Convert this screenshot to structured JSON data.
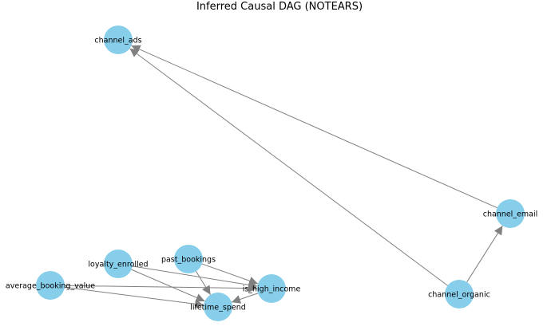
{
  "title": "Inferred Causal DAG (NOTEARS)",
  "colors": {
    "node_fill": "#87ceeb",
    "edge": "#808080",
    "label": "#000000",
    "background": "#ffffff"
  },
  "nodes": [
    {
      "id": "channel_ads",
      "label": "channel_ads"
    },
    {
      "id": "channel_email",
      "label": "channel_email"
    },
    {
      "id": "channel_organic",
      "label": "channel_organic"
    },
    {
      "id": "loyalty_enrolled",
      "label": "loyalty_enrolled"
    },
    {
      "id": "past_bookings",
      "label": "past_bookings"
    },
    {
      "id": "is_high_income",
      "label": "is_high_income"
    },
    {
      "id": "average_booking_value",
      "label": "average_booking_value"
    },
    {
      "id": "lifetime_spend",
      "label": "lifetime_spend"
    }
  ],
  "edges": [
    {
      "from": "channel_email",
      "to": "channel_ads"
    },
    {
      "from": "channel_organic",
      "to": "channel_ads"
    },
    {
      "from": "channel_organic",
      "to": "channel_email"
    },
    {
      "from": "loyalty_enrolled",
      "to": "is_high_income"
    },
    {
      "from": "loyalty_enrolled",
      "to": "lifetime_spend"
    },
    {
      "from": "past_bookings",
      "to": "is_high_income"
    },
    {
      "from": "past_bookings",
      "to": "lifetime_spend"
    },
    {
      "from": "average_booking_value",
      "to": "is_high_income"
    },
    {
      "from": "average_booking_value",
      "to": "lifetime_spend"
    },
    {
      "from": "is_high_income",
      "to": "lifetime_spend"
    }
  ]
}
